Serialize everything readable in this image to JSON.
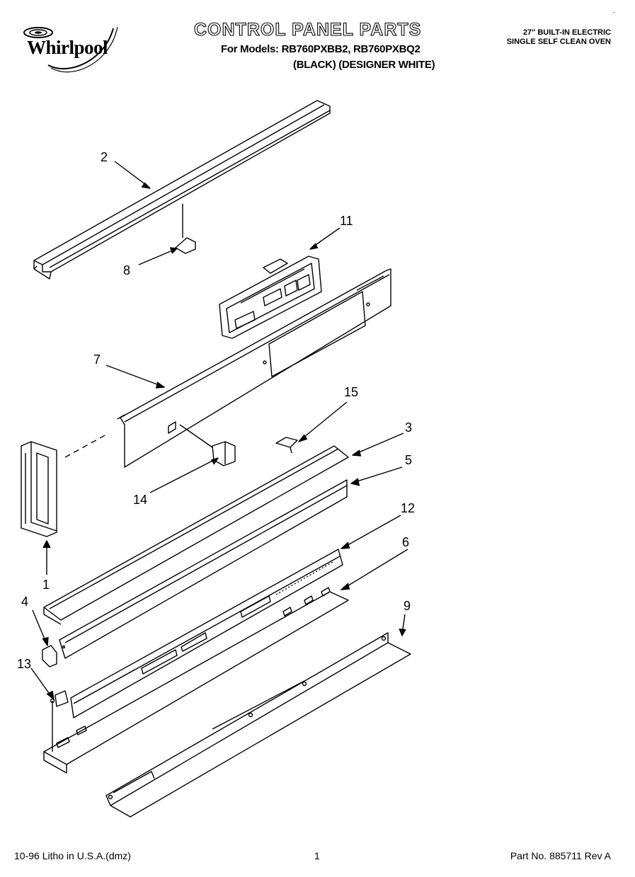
{
  "header": {
    "brand": "Whirlpool",
    "title": "CONTROL PANEL PARTS",
    "models_line": "For Models: RB760PXBB2, RB760PXBQ2",
    "colors_line": "(BLACK)  (DESIGNER WHITE)",
    "product_line1": "27\" BUILT-IN ELECTRIC",
    "product_line2": "SINGLE SELF CLEAN OVEN"
  },
  "callouts": [
    "2",
    "8",
    "11",
    "7",
    "15",
    "3",
    "5",
    "14",
    "12",
    "6",
    "1",
    "4",
    "9",
    "13"
  ],
  "footer": {
    "left": "10-96 Litho in U.S.A.(dmz)",
    "center": "1",
    "right": "Part No. 885711 Rev A"
  }
}
